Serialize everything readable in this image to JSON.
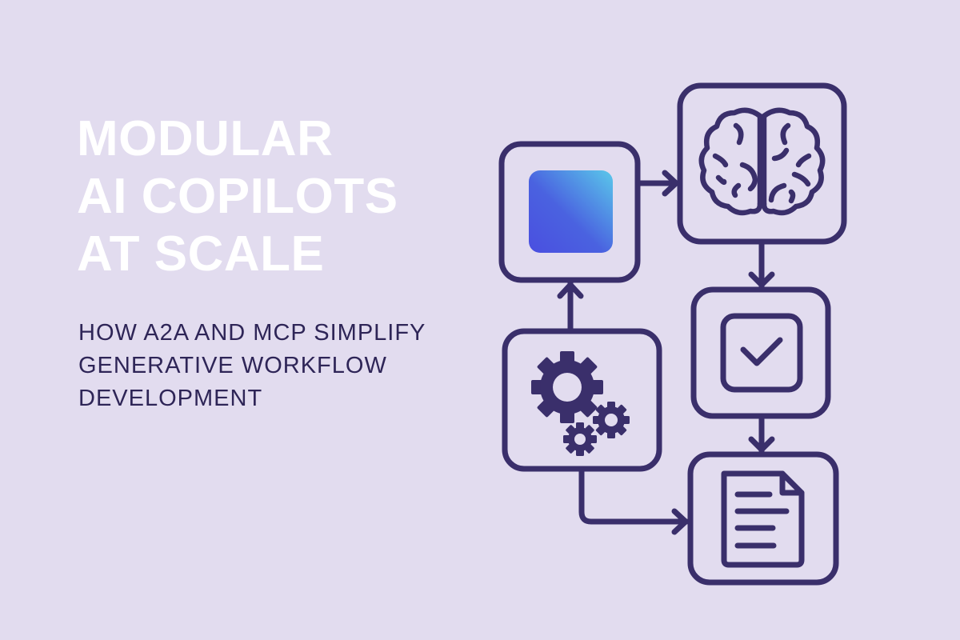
{
  "title": {
    "lines": [
      "MODULAR",
      "AI COPILOTS",
      "AT SCALE"
    ]
  },
  "subtitle": {
    "lines": [
      "HOW A2A AND MCP SIMPLIFY",
      "GENERATIVE WORKFLOW",
      "DEVELOPMENT"
    ]
  },
  "colors": {
    "background": "#e2dcef",
    "title": "#ffffff",
    "ink": "#3a2f6b",
    "gradient_start": "#4a4fe0",
    "gradient_end": "#5ac8ea"
  },
  "diagram": {
    "nodes": [
      {
        "id": "model",
        "icon": "gradient-square-icon"
      },
      {
        "id": "brain",
        "icon": "brain-icon"
      },
      {
        "id": "check",
        "icon": "checkbox-icon"
      },
      {
        "id": "tools",
        "icon": "gears-icon"
      },
      {
        "id": "document",
        "icon": "document-icon"
      }
    ],
    "edges": [
      {
        "from": "tools",
        "to": "model"
      },
      {
        "from": "model",
        "to": "brain"
      },
      {
        "from": "brain",
        "to": "check"
      },
      {
        "from": "check",
        "to": "document"
      },
      {
        "from": "tools",
        "to": "document"
      }
    ]
  }
}
